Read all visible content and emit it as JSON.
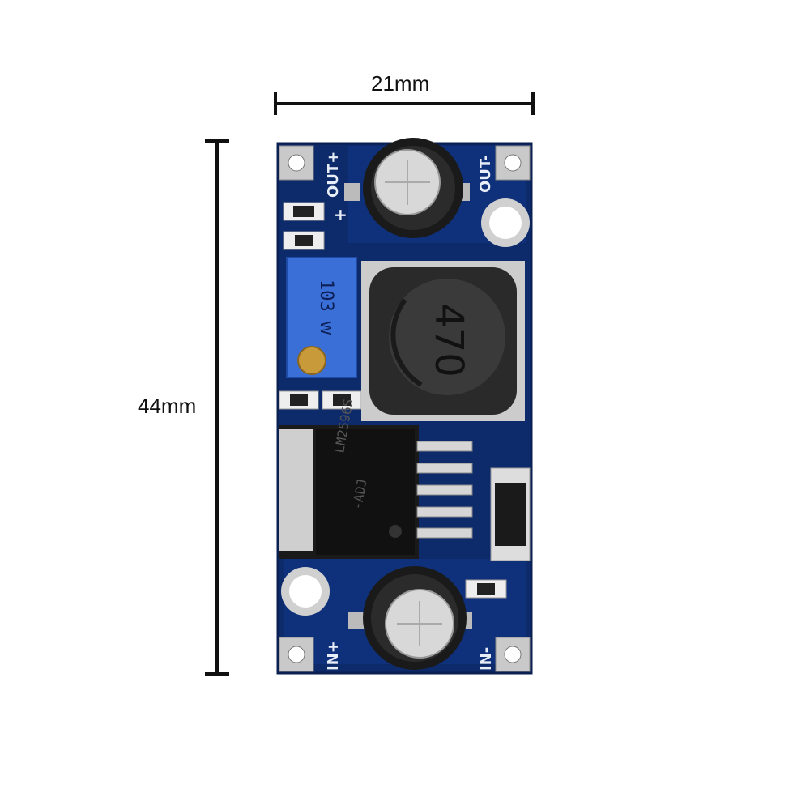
{
  "dimensions": {
    "width_label": "21mm",
    "height_label": "44mm"
  },
  "board": {
    "out_plus": "OUT+",
    "out_minus": "OUT-",
    "in_plus": "IN+",
    "in_minus": "IN-",
    "plus_sign": "+",
    "inductor_marking": "470",
    "trimpot_marking": "103",
    "trimpot_brand": "W",
    "ic_marking_1": "LM2596S",
    "ic_marking_2": "-ADJ"
  },
  "colors": {
    "pcb": "#0d2a6b",
    "pcb_edge": "#0a1f52",
    "trimpot": "#3a6fd8",
    "inductor": "#2a2a2a",
    "pad": "#c9c9c9"
  }
}
